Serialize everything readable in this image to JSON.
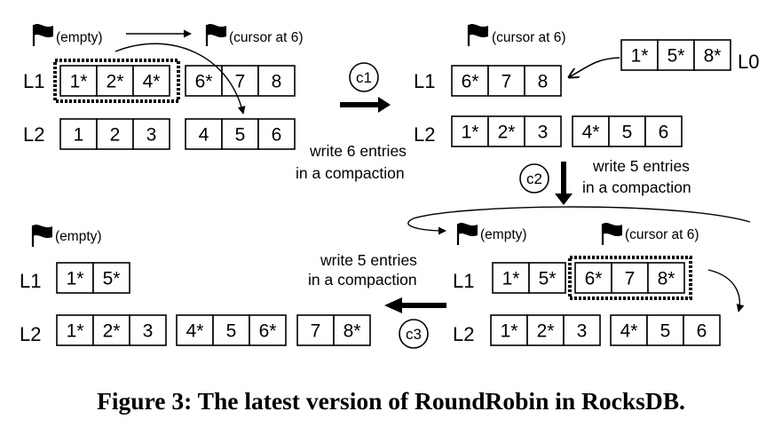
{
  "caption": "Figure 3: The latest version of RoundRobin in RocksDB.",
  "levels": {
    "l0": "L0",
    "l1": "L1",
    "l2": "L2"
  },
  "steps": {
    "c1": "c1",
    "c2": "c2",
    "c3": "c3"
  },
  "flags": {
    "s1_empty": "(empty)",
    "s1_cursor": "(cursor at 6)",
    "s2_cursor": "(cursor at 6)",
    "s3_empty": "(empty)",
    "s3_cursor": "(cursor at 6)",
    "s4_empty": "(empty)"
  },
  "notes": {
    "c1_line1": "write 6 entries",
    "c1_line2": "in a compaction",
    "c2_line1": "write 5 entries",
    "c2_line2": "in a compaction",
    "c3_line1": "write 5 entries",
    "c3_line2": "in a compaction"
  },
  "colors": {
    "highlight": "#e8201a",
    "ink": "#000000"
  },
  "state1": {
    "l1": [
      [
        {
          "t": "1*"
        },
        {
          "t": "2*"
        },
        {
          "t": "4*"
        }
      ],
      [
        {
          "t": "6*"
        },
        {
          "t": "7"
        },
        {
          "t": "8"
        }
      ]
    ],
    "l2": [
      [
        {
          "t": "1"
        },
        {
          "t": "2"
        },
        {
          "t": "3"
        }
      ],
      [
        {
          "t": "4"
        },
        {
          "t": "5"
        },
        {
          "t": "6"
        }
      ]
    ]
  },
  "state2": {
    "l0": [
      [
        {
          "t": "1*"
        },
        {
          "t": "5*"
        },
        {
          "t": "8*"
        }
      ]
    ],
    "l1": [
      [
        {
          "t": "6*"
        },
        {
          "t": "7"
        },
        {
          "t": "8"
        }
      ]
    ],
    "l2": [
      [
        {
          "t": "1*",
          "red": true
        },
        {
          "t": "2*",
          "red": true
        },
        {
          "t": "3"
        }
      ],
      [
        {
          "t": "4*",
          "red": true
        },
        {
          "t": "5"
        },
        {
          "t": "6"
        }
      ]
    ]
  },
  "state3": {
    "l1": [
      [
        {
          "t": "1*"
        },
        {
          "t": "5*"
        }
      ],
      [
        {
          "t": "6*"
        },
        {
          "t": "7"
        },
        {
          "t": "8*",
          "red": true
        }
      ]
    ],
    "l2": [
      [
        {
          "t": "1*",
          "red": true
        },
        {
          "t": "2*",
          "red": true
        },
        {
          "t": "3"
        }
      ],
      [
        {
          "t": "4*",
          "red": true
        },
        {
          "t": "5"
        },
        {
          "t": "6"
        }
      ]
    ]
  },
  "state4": {
    "l1": [
      [
        {
          "t": "1*"
        },
        {
          "t": "5*"
        }
      ]
    ],
    "l2": [
      [
        {
          "t": "1*",
          "red": true
        },
        {
          "t": "2*",
          "red": true
        },
        {
          "t": "3"
        }
      ],
      [
        {
          "t": "4*",
          "red": true
        },
        {
          "t": "5"
        },
        {
          "t": "6*",
          "red": true
        }
      ],
      [
        {
          "t": "7"
        },
        {
          "t": "8*"
        }
      ]
    ]
  }
}
